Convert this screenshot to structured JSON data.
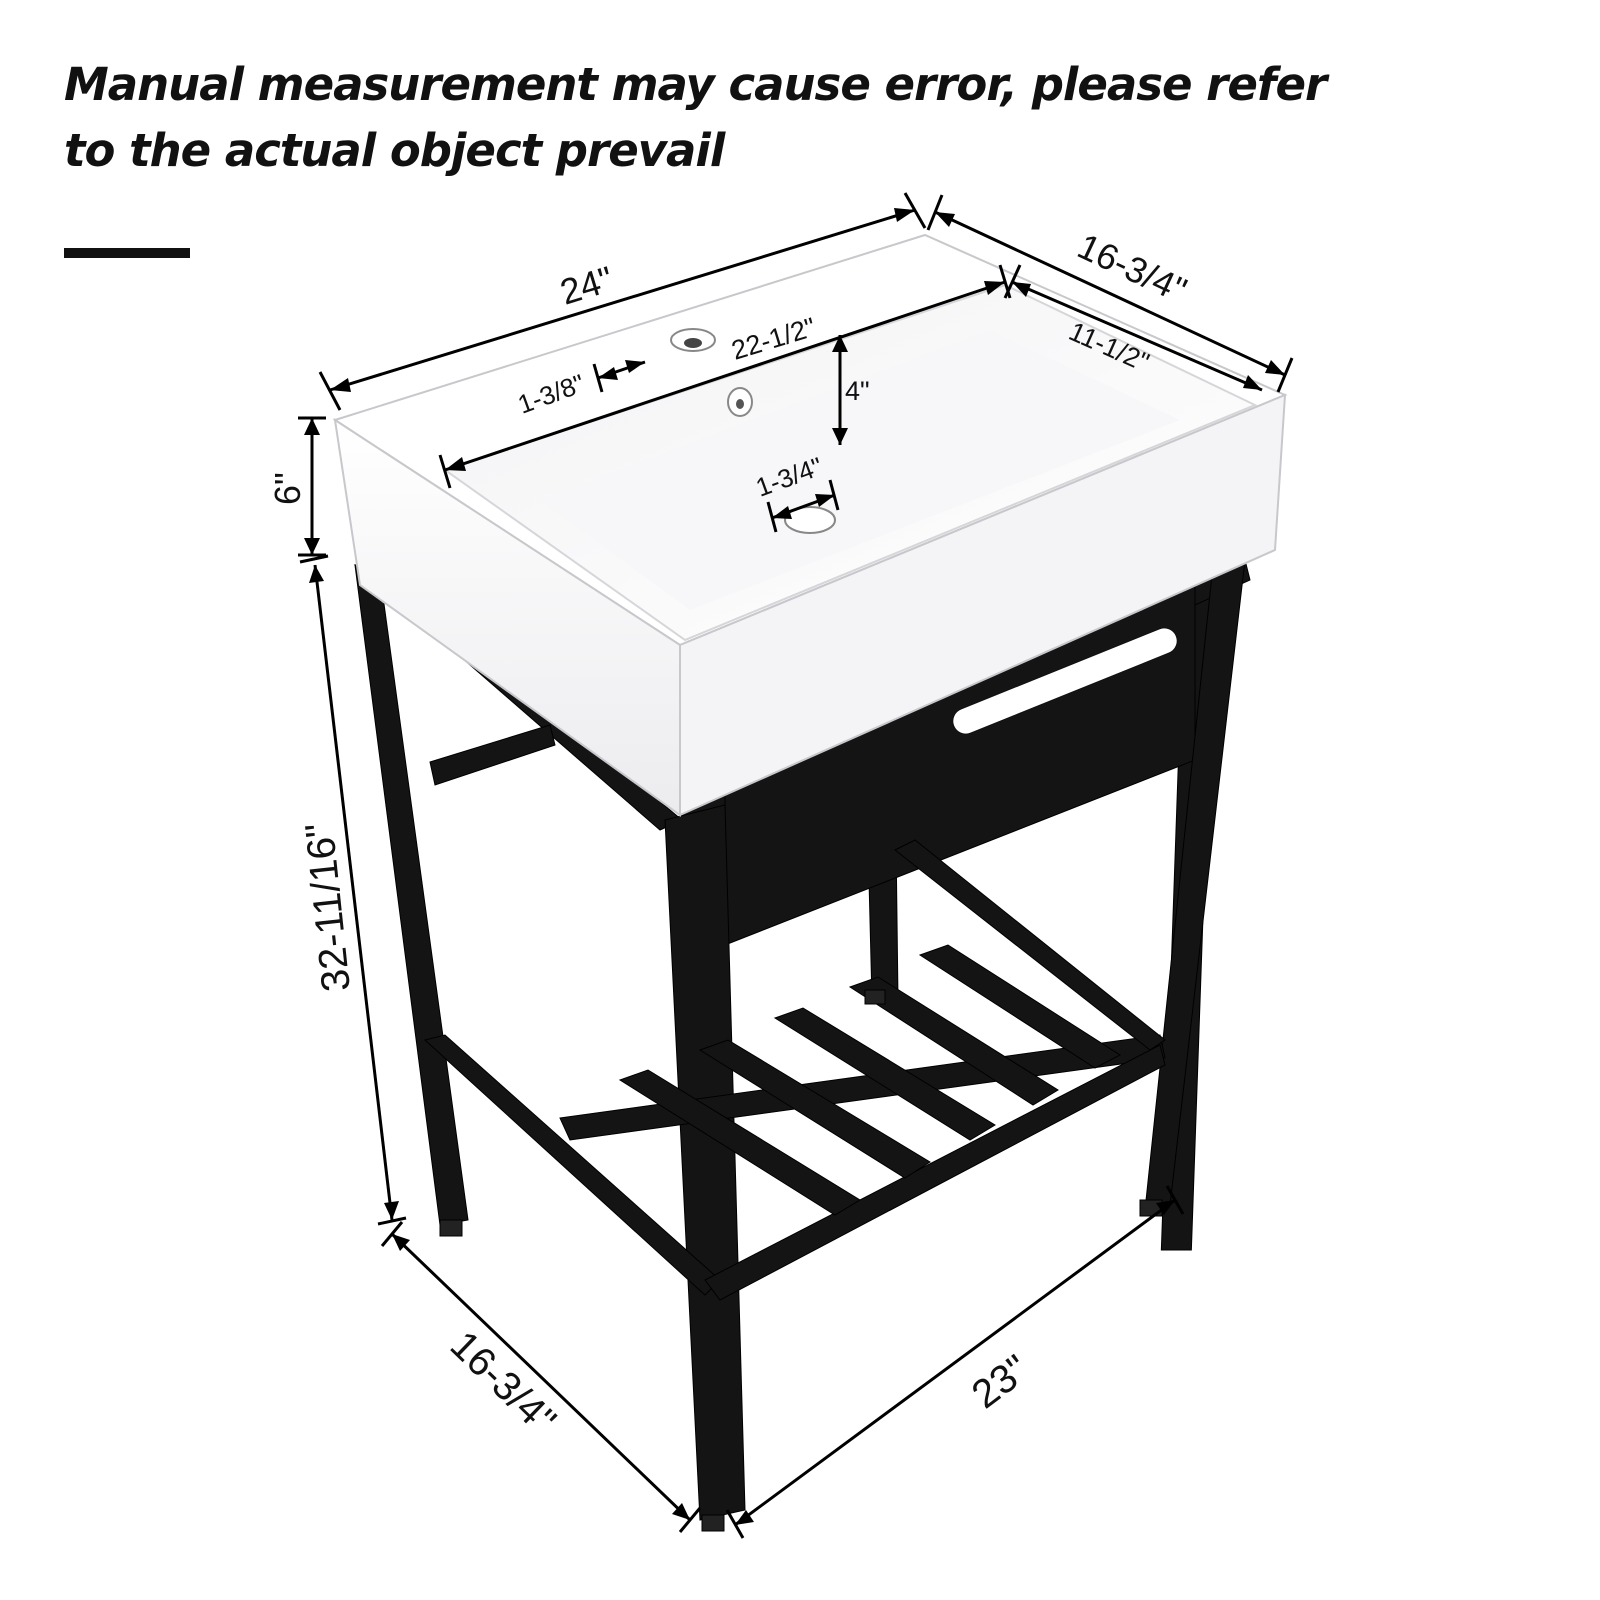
{
  "note": {
    "line1": "Manual measurement may cause error, please refer",
    "line2": "to the actual object prevail"
  },
  "colors": {
    "frame": "#141414",
    "basin": "#ffffff",
    "basin_shade": "#e9e9ec",
    "basin_edge": "#c8c8cc",
    "dimension": "#000000"
  },
  "dimensions": {
    "overall_width": "24\"",
    "overall_depth": "16-3/4\"",
    "bowl_width": "22-1/2\"",
    "bowl_depth": "11-1/2\"",
    "faucet_offset": "1-3/8\"",
    "bowl_depth_vertical": "4\"",
    "drain_diameter": "1-3/4\"",
    "basin_height": "6\"",
    "stand_height": "32-11/16\"",
    "stand_depth": "16-3/4\"",
    "stand_width": "23\""
  }
}
